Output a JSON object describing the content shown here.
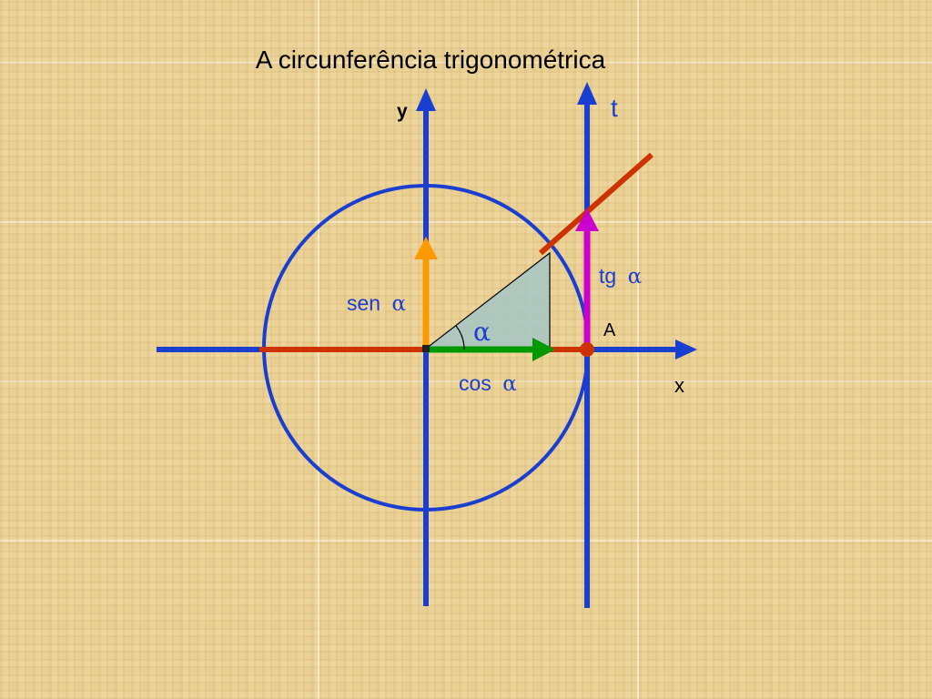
{
  "title": "A circunferência trigonométrica",
  "labels": {
    "y_axis": "y",
    "x_axis": "x",
    "tangent_axis": "t",
    "sine": "sen",
    "cosine": "cos",
    "tangent": "tg",
    "point_a": "A",
    "angle": "α"
  },
  "colors": {
    "axes": "#1a3fd0",
    "circle": "#1a3fd0",
    "radius_line": "#cc3300",
    "sine_arrow": "#ff9900",
    "cosine_arrow": "#009900",
    "tangent_arrow": "#cc00cc",
    "triangle_fill": "#a6c6c6",
    "label_blue": "#1a3fd0",
    "label_black": "#000000"
  }
}
